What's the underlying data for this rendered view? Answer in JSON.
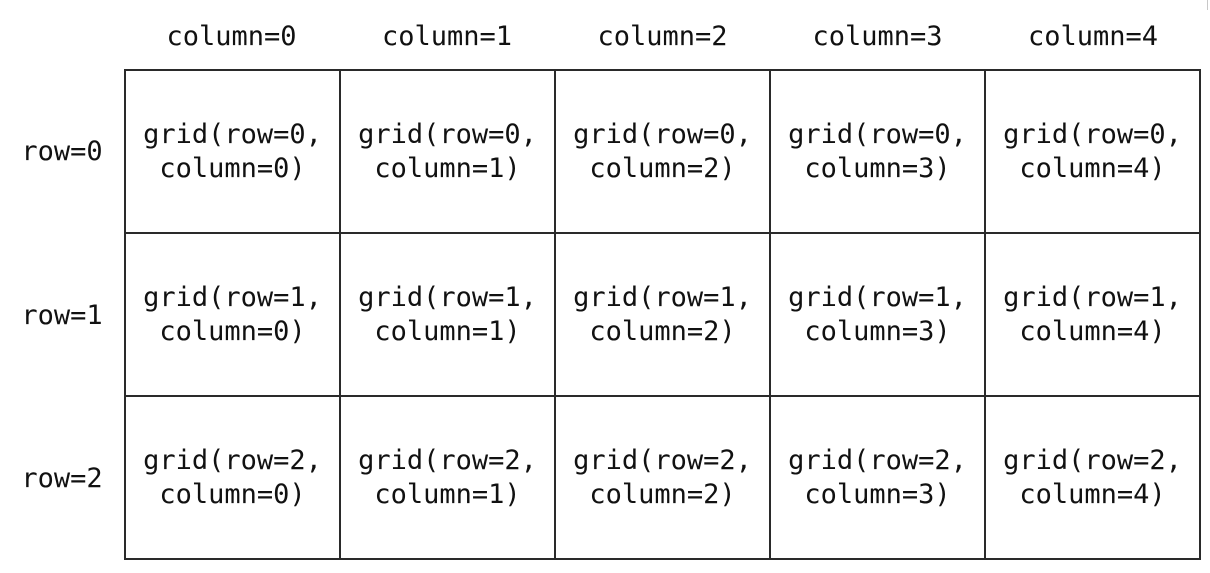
{
  "column_headers": [
    "column=0",
    "column=1",
    "column=2",
    "column=3",
    "column=4"
  ],
  "row_headers": [
    "row=0",
    "row=1",
    "row=2"
  ],
  "cells": [
    [
      {
        "line1": "grid(row=0,",
        "line2": "column=0)"
      },
      {
        "line1": "grid(row=0,",
        "line2": "column=1)"
      },
      {
        "line1": "grid(row=0,",
        "line2": "column=2)"
      },
      {
        "line1": "grid(row=0,",
        "line2": "column=3)"
      },
      {
        "line1": "grid(row=0,",
        "line2": "column=4)"
      }
    ],
    [
      {
        "line1": "grid(row=1,",
        "line2": "column=0)"
      },
      {
        "line1": "grid(row=1,",
        "line2": "column=1)"
      },
      {
        "line1": "grid(row=1,",
        "line2": "column=2)"
      },
      {
        "line1": "grid(row=1,",
        "line2": "column=3)"
      },
      {
        "line1": "grid(row=1,",
        "line2": "column=4)"
      }
    ],
    [
      {
        "line1": "grid(row=2,",
        "line2": "column=0)"
      },
      {
        "line1": "grid(row=2,",
        "line2": "column=1)"
      },
      {
        "line1": "grid(row=2,",
        "line2": "column=2)"
      },
      {
        "line1": "grid(row=2,",
        "line2": "column=3)"
      },
      {
        "line1": "grid(row=2,",
        "line2": "column=4)"
      }
    ]
  ],
  "colors": {
    "background": "#ffffff",
    "text": "#111111",
    "border": "#2a2a2a"
  }
}
